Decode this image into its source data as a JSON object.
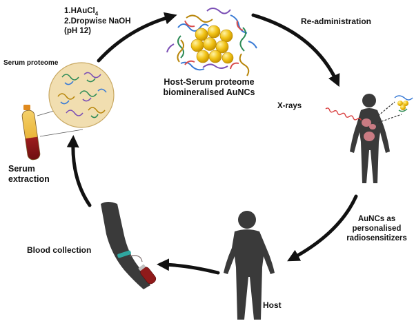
{
  "labels": {
    "step1_reagent_prefix": "1.HAuCl",
    "step1_reagent_subscript": "4",
    "step1_line2": "2.Dropwise NaOH",
    "step1_line3": "(pH 12)",
    "re_administration": "Re-administration",
    "host_serum_line1": "Host-Serum proteome",
    "host_serum_line2": "biomineralised AuNCs",
    "serum_proteome": "Serum proteome",
    "xrays": "X-rays",
    "serum_extraction_line1": "Serum",
    "serum_extraction_line2": "extraction",
    "auncs_line1": "AuNCs as",
    "auncs_line2": "personalised",
    "auncs_line3": "radiosensitizers",
    "blood_collection": "Blood collection",
    "host": "Host"
  },
  "colors": {
    "arrow": "#111111",
    "gold": "#f2c418",
    "silhouette": "#3a3a3a",
    "proteome_bg": "#f1deb0",
    "serum_yellow": "#f0c24a",
    "blood_red": "#8f1a1a",
    "organs": "#d9838c",
    "xray_wave": "#d94040"
  }
}
